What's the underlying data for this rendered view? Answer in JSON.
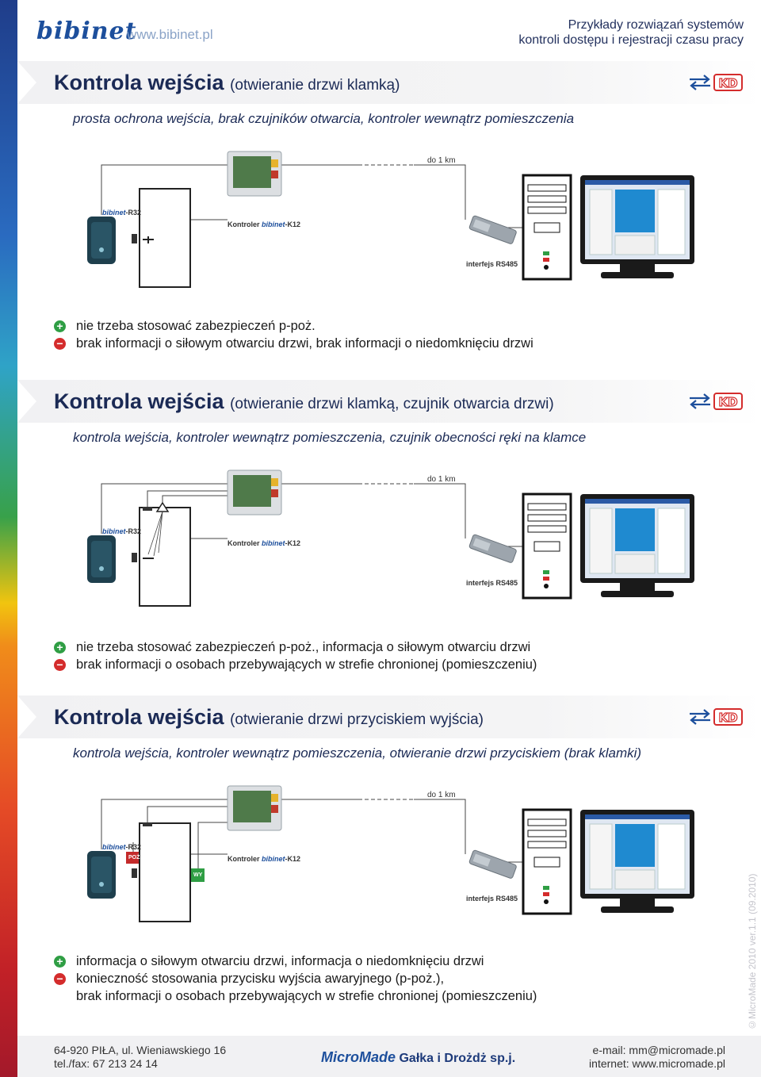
{
  "header": {
    "logo": "bibinet",
    "website": "www.bibinet.pl",
    "title_line1": "Przykłady rozwiązań systemów",
    "title_line2": "kontroli dostępu i rejestracji czasu pracy"
  },
  "brand_badge": "KD",
  "diagram_labels": {
    "reader": "R32",
    "controller": "Kontroler",
    "controller_model": "K12",
    "interface": "interfejs RS485",
    "distance": "do 1 km",
    "poz": "POŻ",
    "wy": "WY"
  },
  "sections": [
    {
      "title": "Kontrola wejścia",
      "title_paren": "(otwieranie drzwi klamką)",
      "subtitle": "prosta ochrona wejścia, brak czujników otwarcia, kontroler wewnątrz pomieszczenia",
      "pros": [
        "nie trzeba stosować zabezpieczeń p-poż."
      ],
      "cons": [
        "brak informacji o siłowym otwarciu drzwi, brak informacji o niedomknięciu drzwi"
      ]
    },
    {
      "title": "Kontrola wejścia",
      "title_paren": "(otwieranie drzwi klamką, czujnik otwarcia drzwi)",
      "subtitle": "kontrola wejścia, kontroler wewnątrz pomieszczenia, czujnik obecności ręki na klamce",
      "pros": [
        "nie trzeba stosować zabezpieczeń p-poż., informacja o siłowym otwarciu drzwi"
      ],
      "cons": [
        "brak informacji o osobach przebywających w strefie chronionej (pomieszczeniu)"
      ]
    },
    {
      "title": "Kontrola wejścia",
      "title_paren": "(otwieranie drzwi przyciskiem wyjścia)",
      "subtitle": "kontrola wejścia, kontroler wewnątrz pomieszczenia, otwieranie drzwi przyciskiem (brak klamki)",
      "pros": [
        "informacja o siłowym otwarciu drzwi, informacja o niedomknięciu drzwi"
      ],
      "cons": [
        "konieczność stosowania przycisku wyjścia awaryjnego (p-poż.),",
        "brak informacji o osobach przebywających w strefie chronionej (pomieszczeniu)"
      ]
    }
  ],
  "footer": {
    "address": "64-920 PIŁA, ul. Wieniawskiego 16",
    "phone": "tel./fax: 67 213 24 14",
    "company_brand": "MicroMade",
    "company_name": "Gałka i Drożdż sp.j.",
    "email": "e-mail: mm@micromade.pl",
    "internet": "internet: www.micromade.pl",
    "version": "©MicroMade 2010 ver.1.1 (09.2010)"
  },
  "colors": {
    "navy": "#1b2a55",
    "plus": "#2f9e44",
    "minus": "#d42c2c",
    "kd_red": "#d42c2c",
    "kd_blue": "#1d4f9c"
  }
}
